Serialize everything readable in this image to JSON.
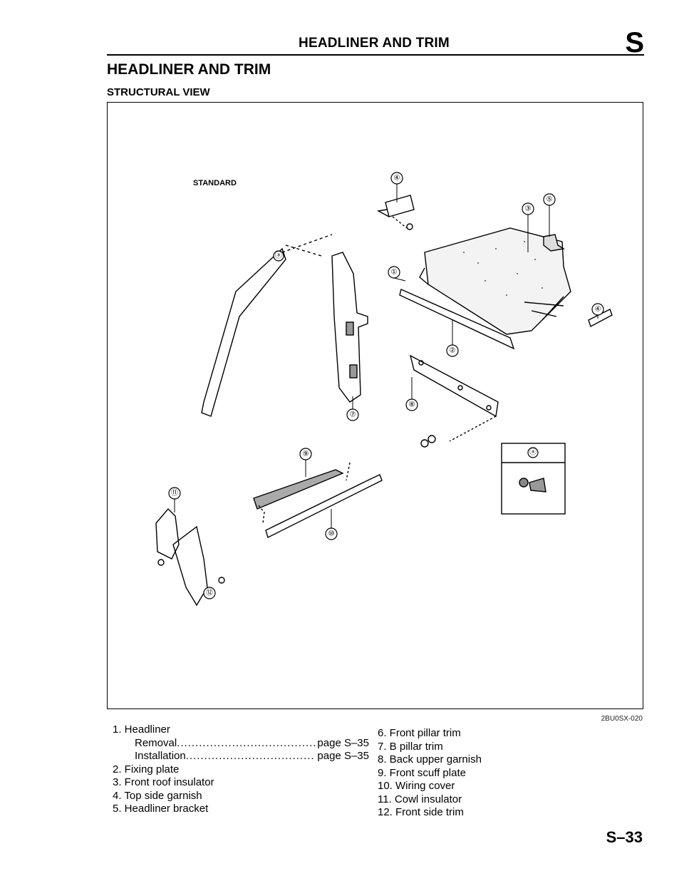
{
  "header": {
    "running_title": "HEADLINER AND TRIM",
    "section_letter": "S"
  },
  "page_title": "HEADLINER AND TRIM",
  "subtitle": "STRUCTURAL VIEW",
  "figure": {
    "variant_label": "STANDARD",
    "code": "2BU0SX-020",
    "callouts": [
      "①",
      "②",
      "③",
      "④",
      "⑤",
      "⑦",
      "⑧",
      "⑨",
      "⑩",
      "⑪",
      "⑫"
    ],
    "detail_label": "ⓐ",
    "ref_label": "ⓐ"
  },
  "legend_left": [
    {
      "n": "1. Headliner"
    },
    {
      "sub": "Removal",
      "page": "page S–35"
    },
    {
      "sub": "Installation",
      "page": "page S–35"
    },
    {
      "n": "2. Fixing plate"
    },
    {
      "n": "3. Front roof insulator"
    },
    {
      "n": "4. Top side garnish"
    },
    {
      "n": "5. Headliner bracket"
    }
  ],
  "legend_right": [
    "6. Front pillar trim",
    "7. B pillar trim",
    "8. Back upper garnish",
    "9. Front scuff plate",
    "10. Wiring cover",
    "11. Cowl insulator",
    "12. Front side trim"
  ],
  "page_number": "S–33"
}
